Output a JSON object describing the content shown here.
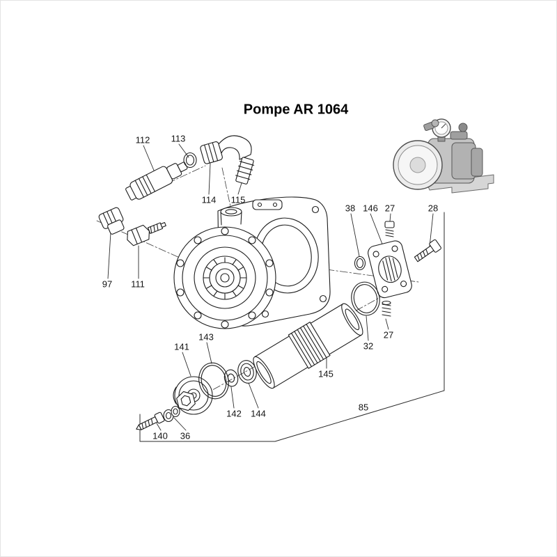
{
  "page": {
    "title": "Pompe AR 1064"
  },
  "diagram": {
    "thumbnail_icon": "assembled-pump-photo",
    "labels": [
      {
        "part": "112",
        "text": "112"
      },
      {
        "part": "113",
        "text": "113"
      },
      {
        "part": "114",
        "text": "114"
      },
      {
        "part": "115",
        "text": "115"
      },
      {
        "part": "97",
        "text": "97"
      },
      {
        "part": "111",
        "text": "111"
      },
      {
        "part": "38",
        "text": "38"
      },
      {
        "part": "146",
        "text": "146"
      },
      {
        "part": "27",
        "text": "27"
      },
      {
        "part": "28",
        "text": "28"
      },
      {
        "part": "27",
        "text": "27"
      },
      {
        "part": "32",
        "text": "32"
      },
      {
        "part": "141",
        "text": "141"
      },
      {
        "part": "143",
        "text": "143"
      },
      {
        "part": "142",
        "text": "142"
      },
      {
        "part": "144",
        "text": "144"
      },
      {
        "part": "145",
        "text": "145"
      },
      {
        "part": "85",
        "text": "85"
      },
      {
        "part": "140",
        "text": "140"
      },
      {
        "part": "36",
        "text": "36"
      }
    ],
    "colors": {
      "line": "#1c1c1c",
      "leader": "#2a2a2a",
      "thumb_gray": "#c4c4c4"
    }
  }
}
